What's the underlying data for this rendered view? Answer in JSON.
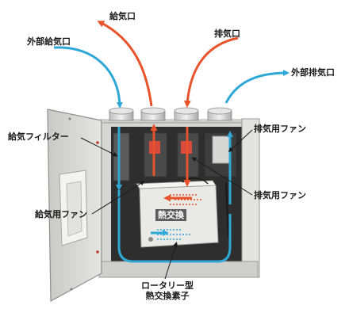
{
  "labels": {
    "supply_outlet": "給気口",
    "outdoor_intake": "外部給気口",
    "exhaust_inlet": "排気口",
    "outdoor_exhaust": "外部排気口",
    "supply_filter": "給気フィルター",
    "exhaust_fan_upper": "排気用ファン",
    "exhaust_fan_lower": "排気用ファン",
    "supply_fan": "給気用ファン",
    "heat_exchange": "熱交換",
    "rotary_element_line1": "ロータリー型",
    "rotary_element_line2": "熱交換素子"
  },
  "colors": {
    "supply_air": "#2fa8d8",
    "exhaust_air": "#e8532b",
    "cabinet": "#d9d9d6",
    "interior": "#2b2b2b"
  }
}
